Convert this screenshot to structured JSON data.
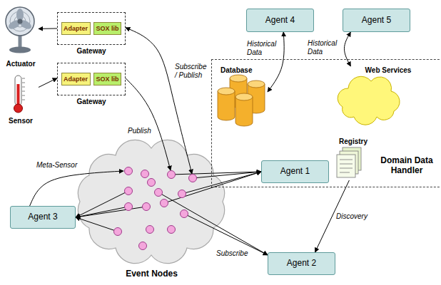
{
  "diagram": {
    "nodes": [
      {
        "text": [
          "Actuator"
        ]
      },
      {
        "text": [
          "Gateway"
        ]
      },
      {
        "text": [
          "Adapter"
        ],
        "in": 1
      },
      {
        "text": [
          "SOX lib"
        ],
        "in": 1
      },
      {
        "text": [
          "Sensor"
        ]
      },
      {
        "text": [
          "Gateway"
        ]
      },
      {
        "text": [
          "Adapter"
        ],
        "in": 5
      },
      {
        "text": [
          "SOX lib"
        ],
        "in": 5
      },
      {
        "text": [
          "Agent 4"
        ]
      },
      {
        "text": [
          "Agent 5"
        ]
      },
      {
        "text": [
          "Domain Data Handler"
        ]
      },
      {
        "text": [
          "Database"
        ],
        "in": 10
      },
      {
        "text": [
          "Web Services"
        ],
        "in": 10
      },
      {
        "text": [
          "Registry"
        ],
        "in": 10
      },
      {
        "text": [
          "Agent 1"
        ],
        "in": 10
      },
      {
        "text": [
          "Event Nodes"
        ]
      },
      {
        "text": [
          "Agent 3"
        ]
      },
      {
        "text": [
          "Agent 2"
        ]
      }
    ],
    "edges": [
      {
        "from": 1,
        "to": 0,
        "arrow": "to"
      },
      {
        "from": 4,
        "to": 5,
        "arrow": "to"
      },
      {
        "from": 1,
        "to": 15,
        "arrow": "both",
        "label": "Subscribe / Publish"
      },
      {
        "from": 5,
        "to": 15,
        "arrow": "to",
        "label": "Publish"
      },
      {
        "from": 8,
        "to": 11,
        "arrow": "both",
        "label": "Historical Data"
      },
      {
        "from": 9,
        "to": 12,
        "arrow": "both",
        "label": "Historical Data"
      },
      {
        "from": 15,
        "to": 14,
        "arrow": "to"
      },
      {
        "from": 15,
        "to": 17,
        "arrow": "to",
        "label": "Subscribe"
      },
      {
        "from": 13,
        "to": 17,
        "arrow": "to",
        "label": "Discovery"
      },
      {
        "from": 15,
        "to": 16,
        "arrow": "to"
      },
      {
        "from": 16,
        "to": 15,
        "arrow": "to",
        "label": "Meta-Sensor"
      }
    ]
  }
}
